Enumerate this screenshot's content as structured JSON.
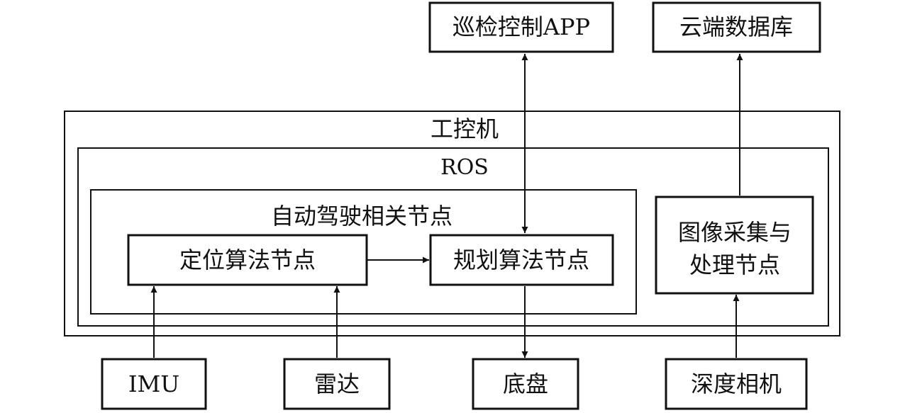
{
  "external": {
    "patrol_app": "巡检控制APP",
    "cloud_db": "云端数据库"
  },
  "containers": {
    "ipc": "工控机",
    "ros": "ROS",
    "autodrive": "自动驾驶相关节点"
  },
  "nodes": {
    "localization": "定位算法节点",
    "planning": "规划算法节点",
    "image_line1": "图像采集与",
    "image_line2": "处理节点"
  },
  "devices": {
    "imu": "IMU",
    "radar": "雷达",
    "chassis": "底盘",
    "depth_camera": "深度相机"
  }
}
